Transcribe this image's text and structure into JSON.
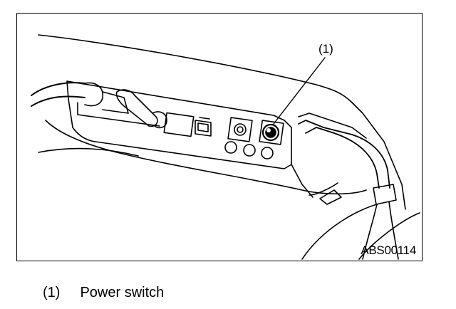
{
  "figure": {
    "callout": "(1)",
    "code": "ABS00114"
  },
  "legend": {
    "items": [
      {
        "number": "(1)",
        "label": "Power switch"
      }
    ]
  }
}
